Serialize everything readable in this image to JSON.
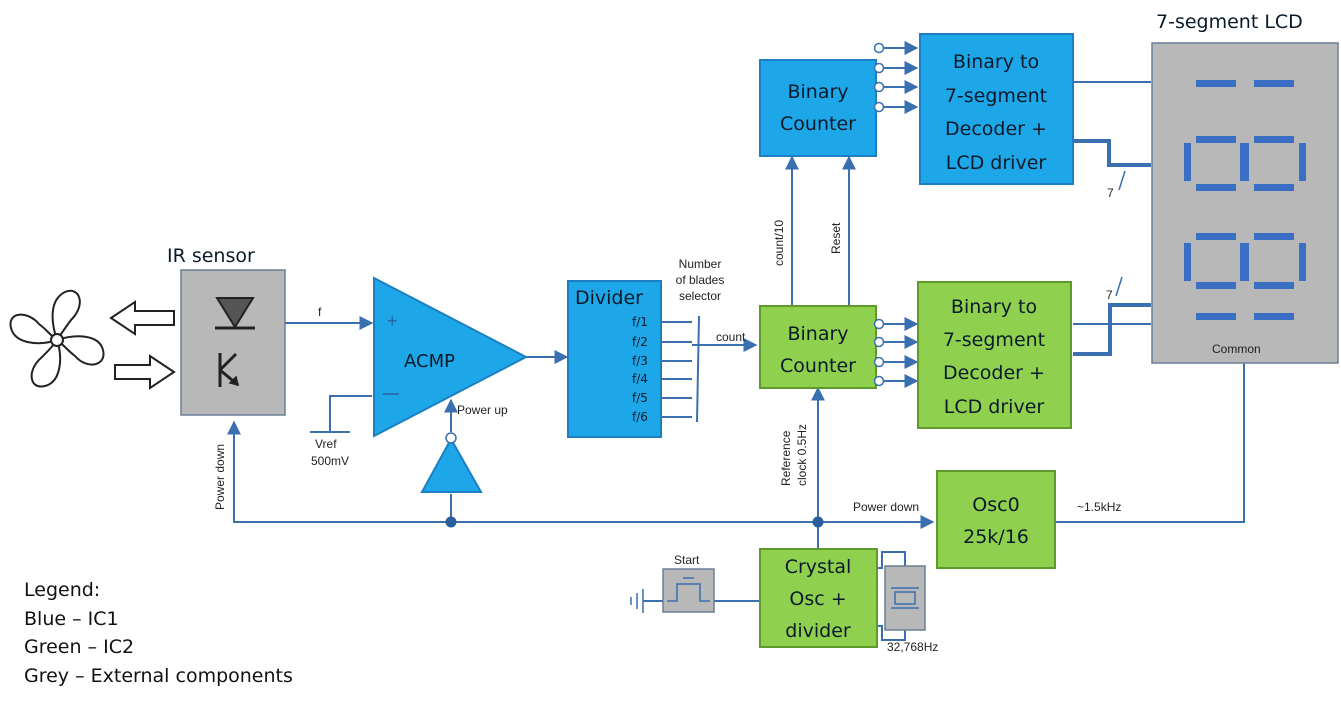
{
  "colors": {
    "ic1_blue": "#1ea7e8",
    "ic1_blue_dark": "#1c7fc4",
    "ic2_green": "#8fd14f",
    "external_grey": "#b8b8b8",
    "wire": "#3a6fb0",
    "segment": "#3b6fc3"
  },
  "icons": {
    "fan": "fan-icon",
    "diode": "ir-diode-icon",
    "phototransistor": "phototransistor-icon",
    "crystal": "crystal-icon",
    "ground": "ground-icon",
    "switch": "push-switch-icon"
  },
  "blocks": {
    "ir_sensor": {
      "title": "IR sensor"
    },
    "acmp": {
      "label": "ACMP"
    },
    "divider": {
      "title": "Divider",
      "outputs": [
        "f/1",
        "f/2",
        "f/3",
        "f/4",
        "f/5",
        "f/6"
      ]
    },
    "counter_top": {
      "line1": "Binary",
      "line2": "Counter"
    },
    "counter_bottom": {
      "line1": "Binary",
      "line2": "Counter"
    },
    "decoder_top": {
      "line1": "Binary to",
      "line2": "7-segment",
      "line3": "Decoder +",
      "line4": "LCD driver"
    },
    "decoder_bottom": {
      "line1": "Binary to",
      "line2": "7-segment",
      "line3": "Decoder +",
      "line4": "LCD driver"
    },
    "osc0": {
      "line1": "Osc0",
      "line2": "25k/16"
    },
    "crystal_osc": {
      "line1": "Crystal",
      "line2": "Osc +",
      "line3": "divider"
    },
    "lcd": {
      "title": "7-segment LCD",
      "common": "Common"
    }
  },
  "labels": {
    "f": "f",
    "vref": "Vref",
    "vref_value": "500mV",
    "power_up": "Power up",
    "power_down_left": "Power down",
    "power_down_osc": "Power down",
    "selector_line1": "Number",
    "selector_line2": "of blades",
    "selector_line3": "selector",
    "count": "count",
    "count10": "count/10",
    "reset": "Reset",
    "ref_clock_line1": "Reference",
    "ref_clock_line2": "clock 0.5Hz",
    "osc_freq": "~1.5kHz",
    "bus_top": "7",
    "bus_bottom": "7",
    "start": "Start",
    "crystal_freq": "32,768Hz"
  },
  "legend": {
    "title": "Legend:",
    "blue": "Blue – IC1",
    "green": "Green – IC2",
    "grey": "Grey – External components"
  }
}
